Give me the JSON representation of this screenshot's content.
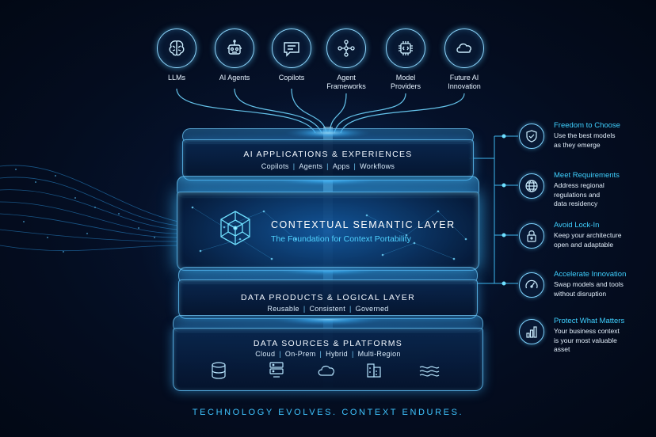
{
  "top_items": [
    {
      "icon": "brain-icon",
      "label": "LLMs"
    },
    {
      "icon": "robot-icon",
      "label": "AI Agents"
    },
    {
      "icon": "chat-bubble-icon",
      "label": "Copilots"
    },
    {
      "icon": "network-icon",
      "label": "Agent\nFrameworks"
    },
    {
      "icon": "chip-icon",
      "label": "Model\nProviders"
    },
    {
      "icon": "cloud-icon",
      "label": "Future AI\nInnovation"
    }
  ],
  "layers": {
    "applications": {
      "title": "AI APPLICATIONS & EXPERIENCES",
      "items": [
        "Copilots",
        "Agents",
        "Apps",
        "Workflows"
      ]
    },
    "semantic": {
      "title": "CONTEXTUAL SEMANTIC LAYER",
      "subtitle": "The Foundation for Context Portability"
    },
    "data_products": {
      "title": "DATA PRODUCTS & LOGICAL LAYER",
      "items": [
        "Reusable",
        "Consistent",
        "Governed"
      ]
    },
    "data_sources": {
      "title": "DATA SOURCES & PLATFORMS",
      "items": [
        "Cloud",
        "On-Prem",
        "Hybrid",
        "Multi-Region"
      ]
    }
  },
  "source_icons": [
    "database-icon",
    "server-icon",
    "cloud-icon",
    "building-icon",
    "waves-icon"
  ],
  "benefits": [
    {
      "icon": "shield-check-icon",
      "title": "Freedom to Choose",
      "desc": "Use the best models\nas they emerge"
    },
    {
      "icon": "globe-icon",
      "title": "Meet Requirements",
      "desc": "Address regional\nregulations and\ndata residency"
    },
    {
      "icon": "lock-icon",
      "title": "Avoid Lock-In",
      "desc": "Keep your architecture\nopen and adaptable"
    },
    {
      "icon": "speedometer-icon",
      "title": "Accelerate Innovation",
      "desc": "Swap models and tools\nwithout disruption"
    },
    {
      "icon": "bar-chart-icon",
      "title": "Protect What Matters",
      "desc": "Your business context\nis your most valuable\nasset"
    }
  ],
  "tagline": "TECHNOLOGY EVOLVES. CONTEXT ENDURES.",
  "colors": {
    "accent": "#3fc4ff",
    "background": "#030b1a",
    "glow": "#4fd2ff"
  }
}
